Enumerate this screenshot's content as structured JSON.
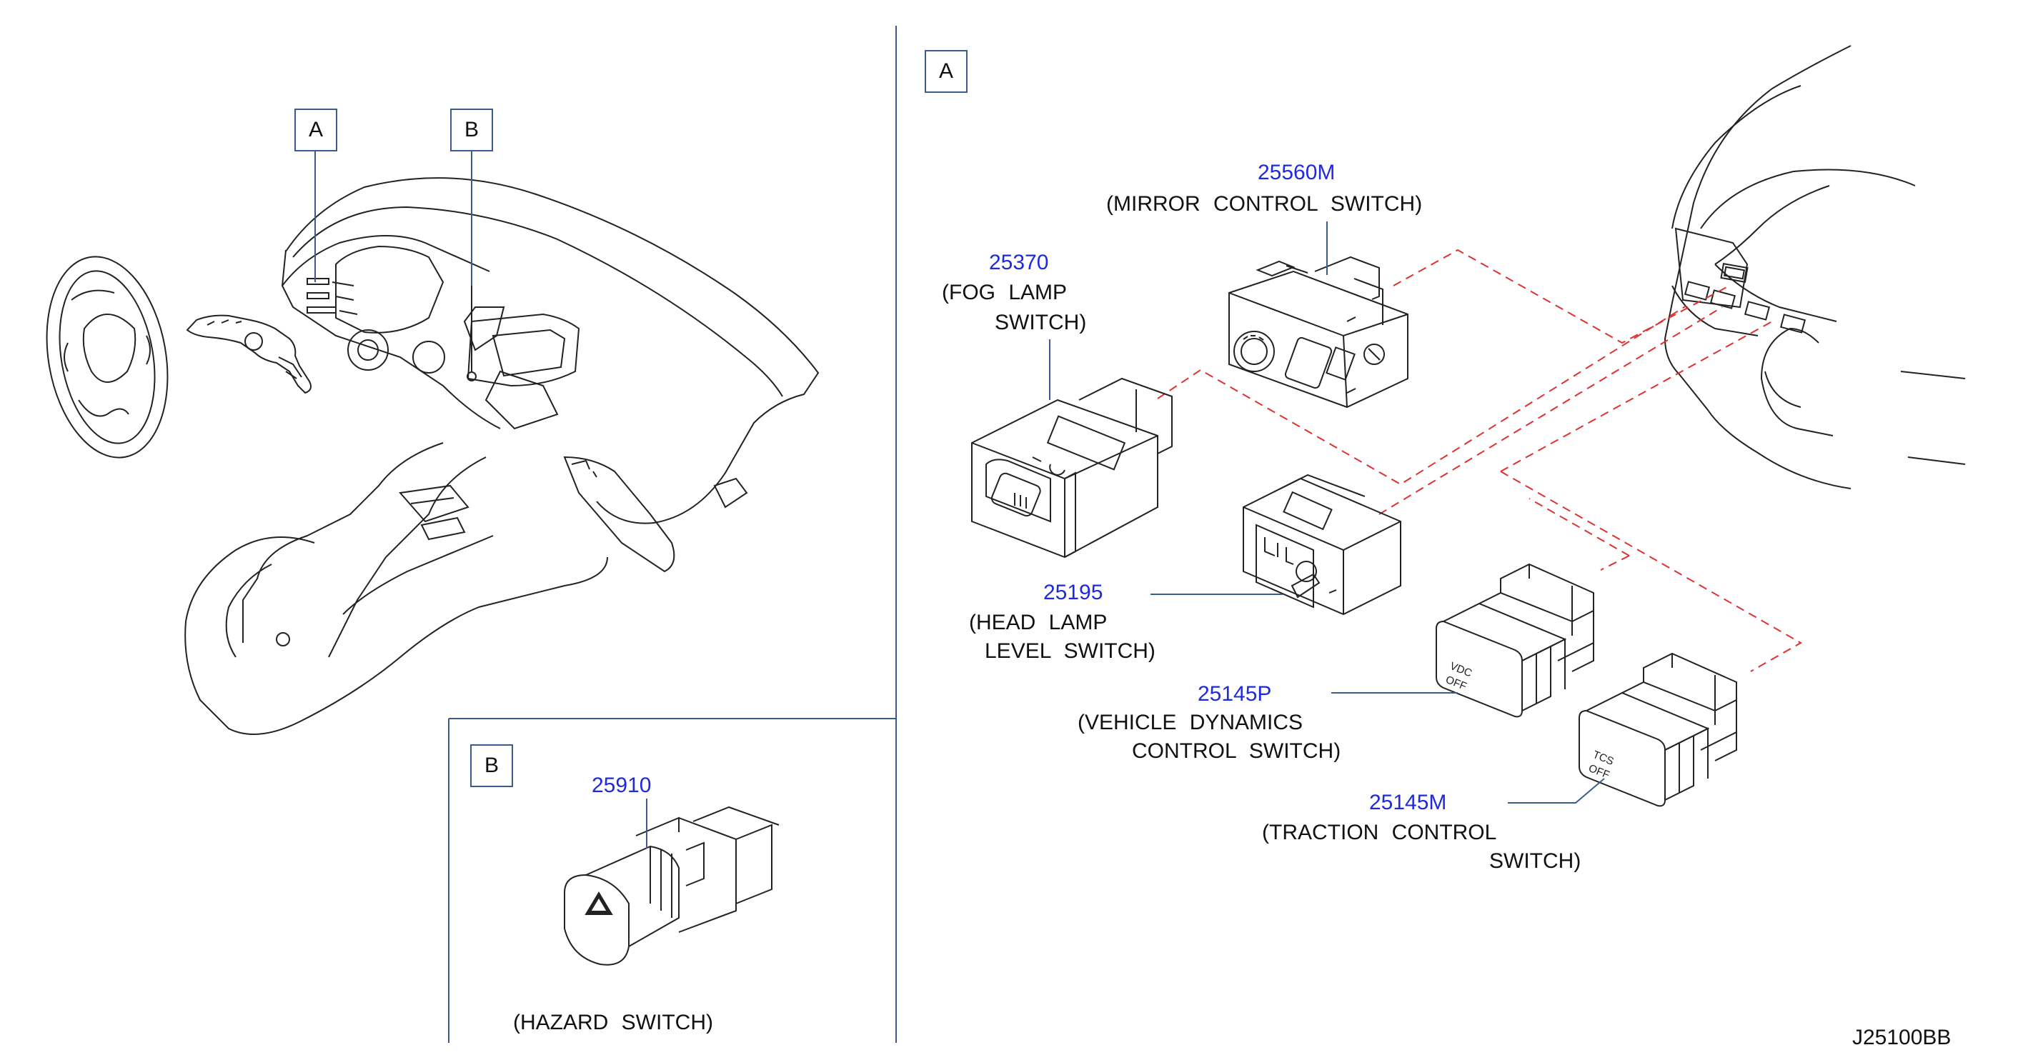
{
  "callouts": {
    "left_a": "A",
    "left_b": "B",
    "panel_a": "A",
    "panel_b": "B"
  },
  "parts": {
    "mirror": {
      "number": "25560M",
      "name": "(MIRROR CONTROL SWITCH)"
    },
    "fog": {
      "number": "25370",
      "name_line1": "(FOG LAMP",
      "name_line2": "SWITCH)"
    },
    "headlamp": {
      "number": "25195",
      "name_line1": "(HEAD LAMP",
      "name_line2": "LEVEL SWITCH)"
    },
    "vdc": {
      "number": "25145P",
      "name_line1": "(VEHICLE DYNAMICS",
      "name_line2": "CONTROL SWITCH)"
    },
    "tcs": {
      "number": "25145M",
      "name_line1": "(TRACTION CONTROL",
      "name_line2": "SWITCH)"
    },
    "hazard": {
      "number": "25910",
      "name": "(HAZARD SWITCH)"
    }
  },
  "switch_markings": {
    "vdc_line1": "VDC",
    "vdc_line2": "OFF",
    "tcs_line1": "TCS",
    "tcs_line2": "OFF"
  },
  "diagram_code": "J25100BB",
  "colors": {
    "part_number": "#1f2ae0",
    "leader": "#3b5a8f",
    "dashed_guide": "#e03030",
    "line_art": "#222222"
  }
}
